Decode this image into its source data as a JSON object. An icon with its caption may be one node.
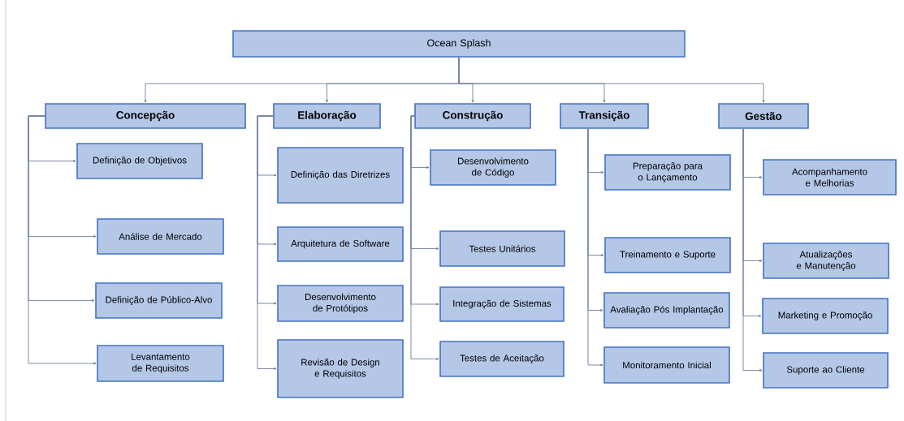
{
  "diagram": {
    "nodes": [
      {
        "text": [
          "Ocean Splash"
        ]
      },
      {
        "text": [
          "Concepção"
        ]
      },
      {
        "text": [
          "Elaboração"
        ]
      },
      {
        "text": [
          "Construção"
        ]
      },
      {
        "text": [
          "Transição"
        ]
      },
      {
        "text": [
          "Gestão"
        ]
      },
      {
        "text": [
          "Definição de Objetivos"
        ]
      },
      {
        "text": [
          "Análise de Mercado"
        ]
      },
      {
        "text": [
          "Definição de Público-Alvo"
        ]
      },
      {
        "text": [
          "Levantamento de Requisitos"
        ]
      },
      {
        "text": [
          "Definição das Diretrizes"
        ]
      },
      {
        "text": [
          "Arquitetura de Software"
        ]
      },
      {
        "text": [
          "Desenvolvimento de Protótipos"
        ]
      },
      {
        "text": [
          "Revisão de Design e Requisitos"
        ]
      },
      {
        "text": [
          "Desenvolvimento de Código"
        ]
      },
      {
        "text": [
          "Testes Unitários"
        ]
      },
      {
        "text": [
          "Integração de Sistemas"
        ]
      },
      {
        "text": [
          "Testes de Aceitação"
        ]
      },
      {
        "text": [
          "Preparação para o Lançamento"
        ]
      },
      {
        "text": [
          "Treinamento e Suporte"
        ]
      },
      {
        "text": [
          "Avaliação Pós Implantação"
        ]
      },
      {
        "text": [
          "Monitoramento Inicial"
        ]
      },
      {
        "text": [
          "Acompanhamento e Melhorias"
        ]
      },
      {
        "text": [
          "Atualizações e Manutenção"
        ]
      },
      {
        "text": [
          "Marketing e Promoção"
        ]
      },
      {
        "text": [
          "Suporte ao Cliente"
        ]
      }
    ],
    "edges": [
      {
        "from": 0,
        "to": 1,
        "arrow": "to"
      },
      {
        "from": 0,
        "to": 2,
        "arrow": "to"
      },
      {
        "from": 0,
        "to": 3,
        "arrow": "to"
      },
      {
        "from": 0,
        "to": 4,
        "arrow": "to"
      },
      {
        "from": 0,
        "to": 5,
        "arrow": "to"
      },
      {
        "from": 1,
        "to": 6,
        "arrow": "to"
      },
      {
        "from": 1,
        "to": 7,
        "arrow": "to"
      },
      {
        "from": 1,
        "to": 8,
        "arrow": "to"
      },
      {
        "from": 1,
        "to": 9,
        "arrow": "to"
      },
      {
        "from": 2,
        "to": 10,
        "arrow": "to"
      },
      {
        "from": 2,
        "to": 11,
        "arrow": "to"
      },
      {
        "from": 2,
        "to": 12,
        "arrow": "to"
      },
      {
        "from": 2,
        "to": 13,
        "arrow": "to"
      },
      {
        "from": 3,
        "to": 14,
        "arrow": "to"
      },
      {
        "from": 3,
        "to": 15,
        "arrow": "to"
      },
      {
        "from": 3,
        "to": 16,
        "arrow": "to"
      },
      {
        "from": 3,
        "to": 17,
        "arrow": "to"
      },
      {
        "from": 4,
        "to": 18,
        "arrow": "to"
      },
      {
        "from": 4,
        "to": 19,
        "arrow": "to"
      },
      {
        "from": 4,
        "to": 20,
        "arrow": "to"
      },
      {
        "from": 4,
        "to": 21,
        "arrow": "to"
      },
      {
        "from": 5,
        "to": 22,
        "arrow": "to"
      },
      {
        "from": 5,
        "to": 23,
        "arrow": "to"
      },
      {
        "from": 5,
        "to": 24,
        "arrow": "to"
      },
      {
        "from": 5,
        "to": 25,
        "arrow": "to"
      }
    ]
  }
}
